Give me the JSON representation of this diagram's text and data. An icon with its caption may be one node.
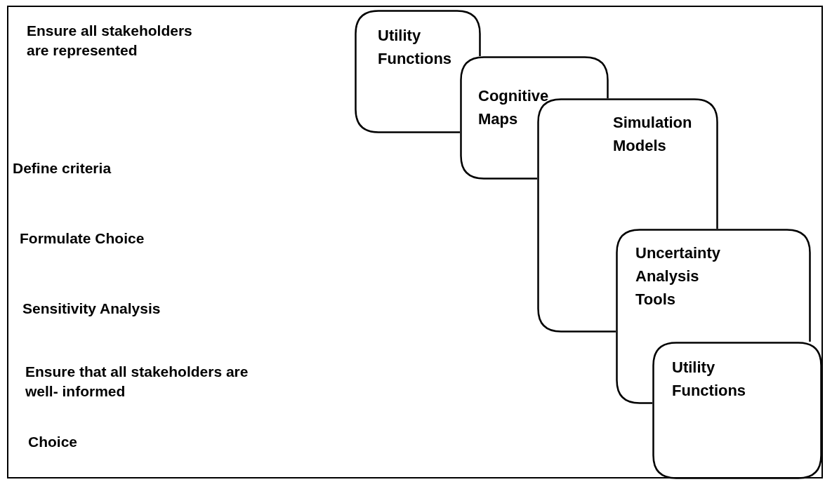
{
  "diagram": {
    "nodes": [
      {
        "text": [
          "Utility Functions"
        ]
      },
      {
        "text": [
          "Cognitive Maps"
        ]
      },
      {
        "text": [
          "Simulation Models"
        ]
      },
      {
        "text": [
          "Uncertainty Analysis Tools"
        ]
      },
      {
        "text": [
          "Utility Functions"
        ]
      }
    ],
    "labels": [
      "Ensure all stakeholders are represented",
      "Define criteria",
      "Formulate Choice",
      "Sensitivity Analysis",
      "Ensure that all stakeholders are well- informed",
      "Choice"
    ]
  }
}
